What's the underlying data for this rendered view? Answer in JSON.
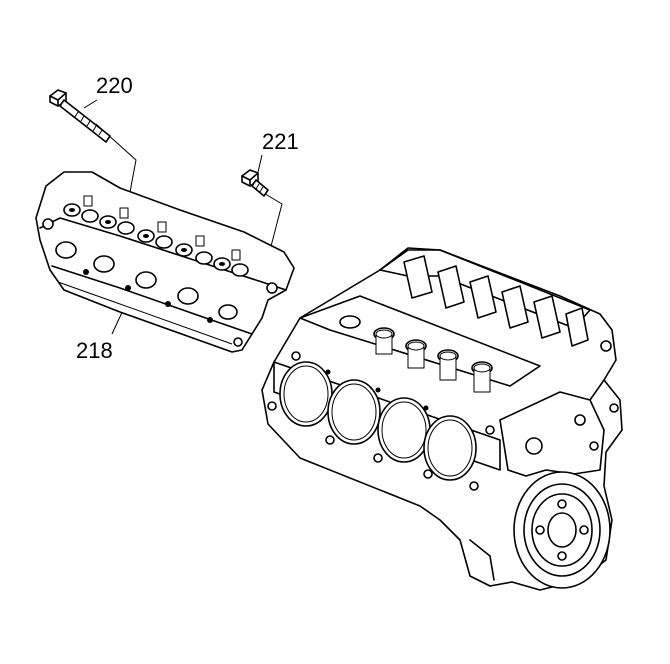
{
  "diagram": {
    "callouts": [
      {
        "id": "bolt-long",
        "label": "220"
      },
      {
        "id": "bolt-short",
        "label": "221"
      },
      {
        "id": "cylinder-head",
        "label": "218"
      }
    ]
  },
  "colors": {
    "ink": "#000000",
    "paper": "#ffffff"
  }
}
